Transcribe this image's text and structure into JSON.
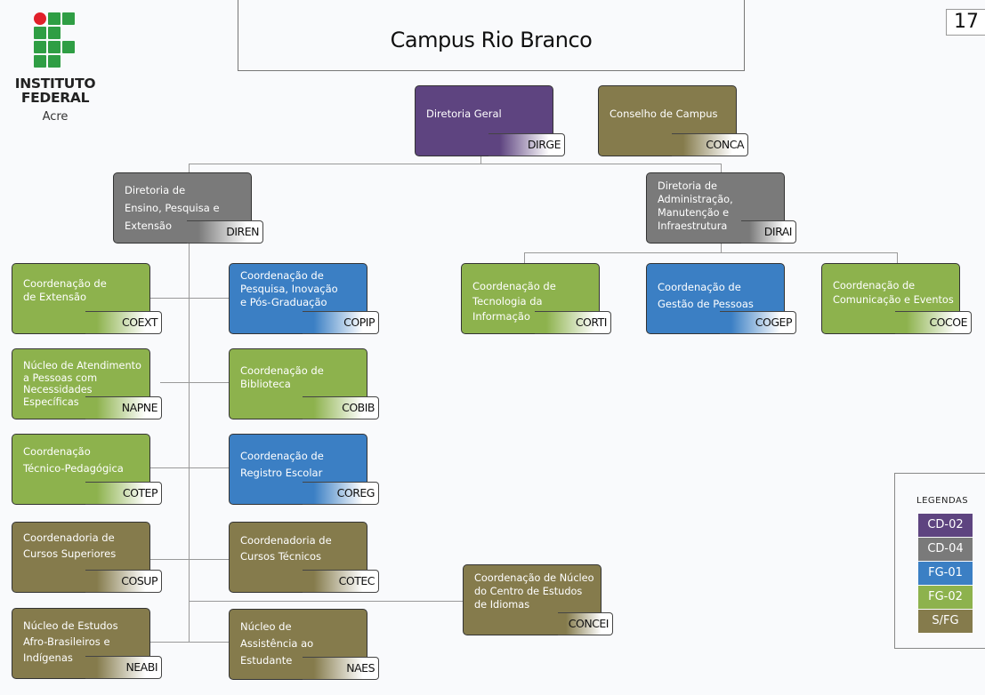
{
  "logo": {
    "line1": "INSTITUTO",
    "line2": "FEDERAL",
    "line3": "Acre",
    "colors": {
      "green": "#2f9e44",
      "red": "#e0202a"
    }
  },
  "title": "Campus Rio Branco",
  "page_number": "17",
  "colors": {
    "CD-02": "#5e4480",
    "CD-04": "#7a7a7a",
    "FG-01": "#3b7fc4",
    "FG-02": "#8db24d",
    "S/FG": "#857b4c"
  },
  "units": {
    "dirge": {
      "name": "Diretoria Geral",
      "code": "DIRGE",
      "level": "CD-02"
    },
    "conca": {
      "name": "Conselho de Campus",
      "code": "CONCA",
      "level": "S/FG"
    },
    "diren": {
      "name": "Diretoria de\nEnsino, Pesquisa e\nExtensão",
      "code": "DIREN",
      "level": "CD-04"
    },
    "dirai": {
      "name": "Diretoria de\nAdministração,\nManutenção e\nInfraestrutura",
      "code": "DIRAI",
      "level": "CD-04"
    },
    "coext": {
      "name": "Coordenação de\nde Extensão",
      "code": "COEXT",
      "level": "FG-02"
    },
    "copip": {
      "name": "Coordenação de\nPesquisa, Inovação\ne Pós-Graduação",
      "code": "COPIP",
      "level": "FG-01"
    },
    "napne": {
      "name": "Núcleo de Atendimento\na Pessoas com\nNecessidades\nEspecíficas",
      "code": "NAPNE",
      "level": "FG-02"
    },
    "cobib": {
      "name": "Coordenação de\nBiblioteca",
      "code": "COBIB",
      "level": "FG-02"
    },
    "cotep": {
      "name": "Coordenação\nTécnico-Pedagógica",
      "code": "COTEP",
      "level": "FG-02"
    },
    "coreg": {
      "name": "Coordenação de\nRegistro Escolar",
      "code": "COREG",
      "level": "FG-01"
    },
    "cosup": {
      "name": "Coordenadoria de\nCursos Superiores",
      "code": "COSUP",
      "level": "S/FG"
    },
    "cotec": {
      "name": "Coordenadoria de\nCursos Técnicos",
      "code": "COTEC",
      "level": "S/FG"
    },
    "neabi": {
      "name": "Núcleo de Estudos\nAfro-Brasileiros e\nIndígenas",
      "code": "NEABI",
      "level": "S/FG"
    },
    "naes": {
      "name": "Núcleo de\nAssistência ao\nEstudante",
      "code": "NAES",
      "level": "S/FG"
    },
    "concei": {
      "name": "Coordenação de Núcleo\ndo Centro de Estudos\nde Idiomas",
      "code": "CONCEI",
      "level": "S/FG"
    },
    "corti": {
      "name": "Coordenação de\nTecnologia da\nInformação",
      "code": "CORTI",
      "level": "FG-02"
    },
    "cogep": {
      "name": "Coordenação de\nGestão de Pessoas",
      "code": "COGEP",
      "level": "FG-01"
    },
    "cocoe": {
      "name": "Coordenação de\nComunicação e Eventos",
      "code": "COCOE",
      "level": "FG-02"
    }
  },
  "legend": {
    "title": "LEGENDAS",
    "items": [
      "CD-02",
      "CD-04",
      "FG-01",
      "FG-02",
      "S/FG"
    ]
  }
}
